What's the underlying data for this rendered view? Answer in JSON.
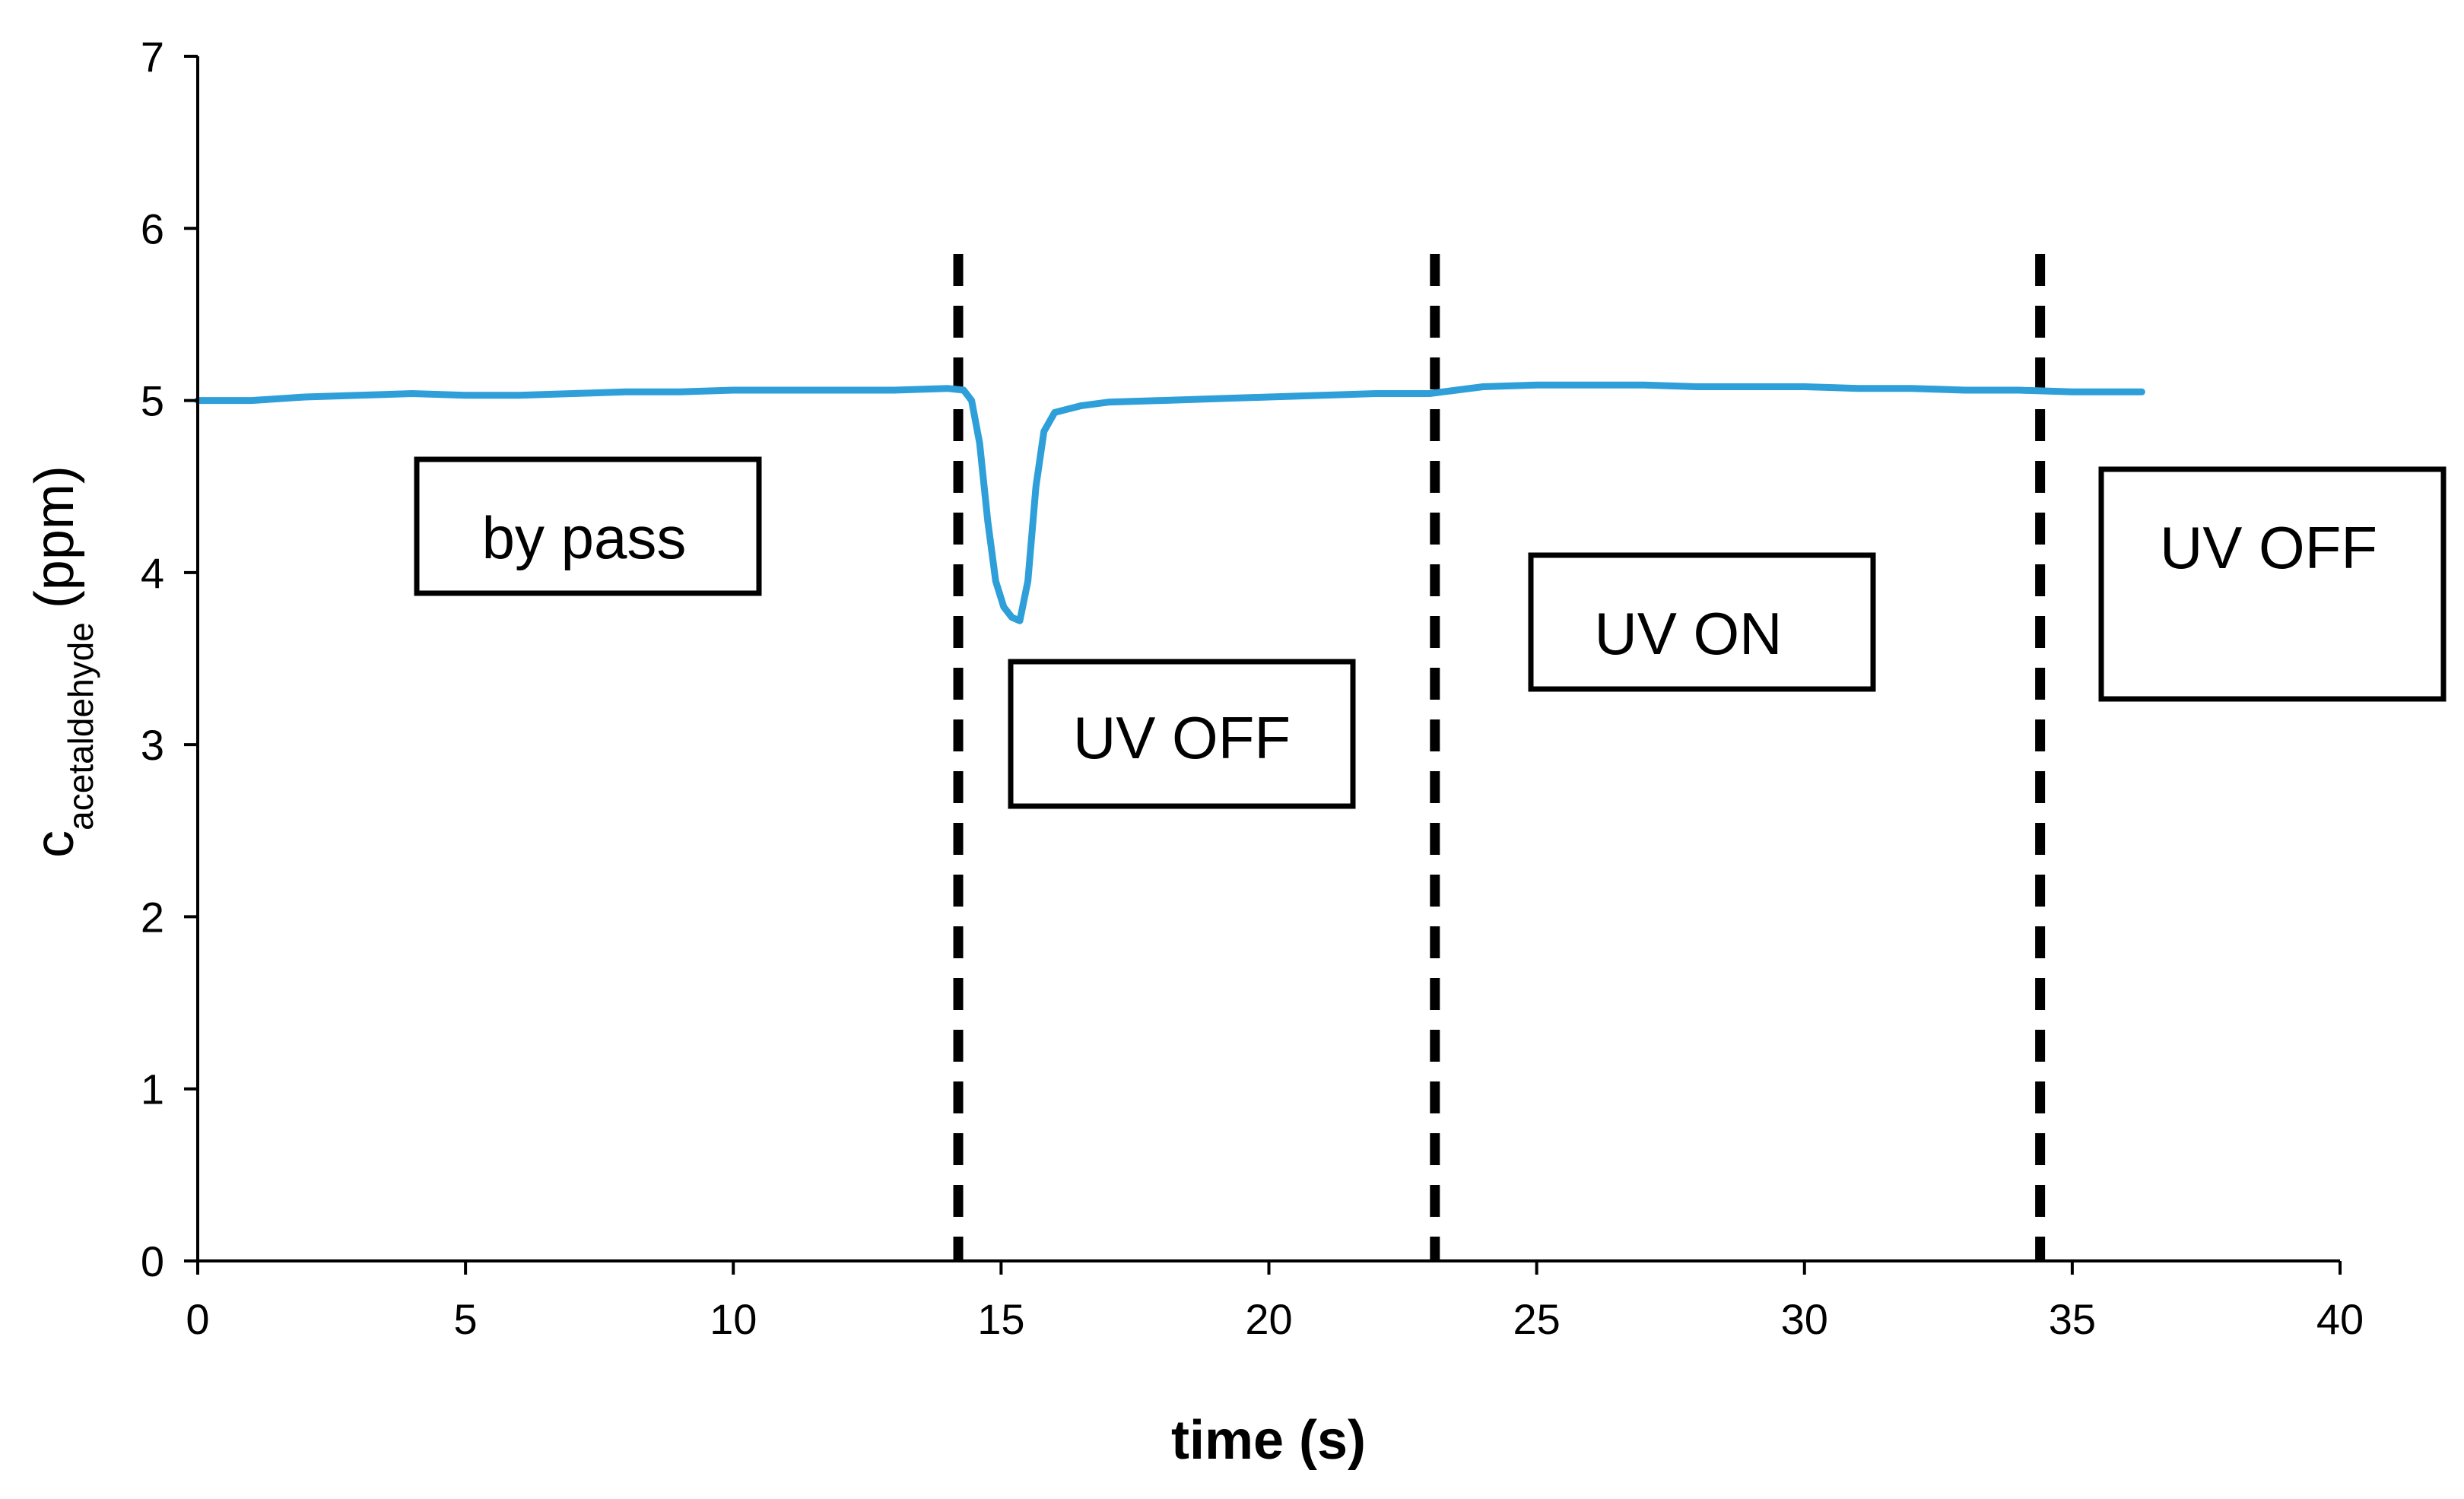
{
  "chart_data": {
    "type": "line",
    "xlabel": "time (s)",
    "ylabel": {
      "main": "c",
      "subscript": "acetaldehyde",
      "unit": "(ppm)"
    },
    "xlim": [
      0,
      40
    ],
    "ylim": [
      0,
      7
    ],
    "xticks": [
      0,
      5,
      10,
      15,
      20,
      25,
      30,
      35,
      40
    ],
    "yticks": [
      0,
      1,
      2,
      3,
      4,
      5,
      6,
      7
    ],
    "grid": false,
    "legend": "none",
    "series": [
      {
        "color": "#2e9fd9",
        "points": [
          [
            0.0,
            5.0
          ],
          [
            1.0,
            5.0
          ],
          [
            2.0,
            5.02
          ],
          [
            3.0,
            5.03
          ],
          [
            4.0,
            5.04
          ],
          [
            5.0,
            5.03
          ],
          [
            6.0,
            5.03
          ],
          [
            7.0,
            5.04
          ],
          [
            8.0,
            5.05
          ],
          [
            9.0,
            5.05
          ],
          [
            10.0,
            5.06
          ],
          [
            11.0,
            5.06
          ],
          [
            12.0,
            5.06
          ],
          [
            13.0,
            5.06
          ],
          [
            14.0,
            5.07
          ],
          [
            14.3,
            5.06
          ],
          [
            14.45,
            5.0
          ],
          [
            14.6,
            4.75
          ],
          [
            14.75,
            4.3
          ],
          [
            14.9,
            3.95
          ],
          [
            15.05,
            3.8
          ],
          [
            15.2,
            3.74
          ],
          [
            15.35,
            3.72
          ],
          [
            15.5,
            3.95
          ],
          [
            15.65,
            4.5
          ],
          [
            15.8,
            4.82
          ],
          [
            16.0,
            4.93
          ],
          [
            16.5,
            4.97
          ],
          [
            17.0,
            4.99
          ],
          [
            18.0,
            5.0
          ],
          [
            19.0,
            5.01
          ],
          [
            20.0,
            5.02
          ],
          [
            21.0,
            5.03
          ],
          [
            22.0,
            5.04
          ],
          [
            23.0,
            5.04
          ],
          [
            23.5,
            5.06
          ],
          [
            24.0,
            5.08
          ],
          [
            25.0,
            5.09
          ],
          [
            26.0,
            5.09
          ],
          [
            27.0,
            5.09
          ],
          [
            28.0,
            5.08
          ],
          [
            29.0,
            5.08
          ],
          [
            30.0,
            5.08
          ],
          [
            31.0,
            5.07
          ],
          [
            32.0,
            5.07
          ],
          [
            33.0,
            5.06
          ],
          [
            34.0,
            5.06
          ],
          [
            35.0,
            5.05
          ],
          [
            36.3,
            5.05
          ]
        ]
      }
    ],
    "vlines": [
      14.2,
      23.1,
      34.4
    ],
    "annotations": [
      {
        "text": "by pass"
      },
      {
        "text": "UV OFF"
      },
      {
        "text": "UV ON"
      },
      {
        "text": "UV OFF"
      }
    ]
  }
}
